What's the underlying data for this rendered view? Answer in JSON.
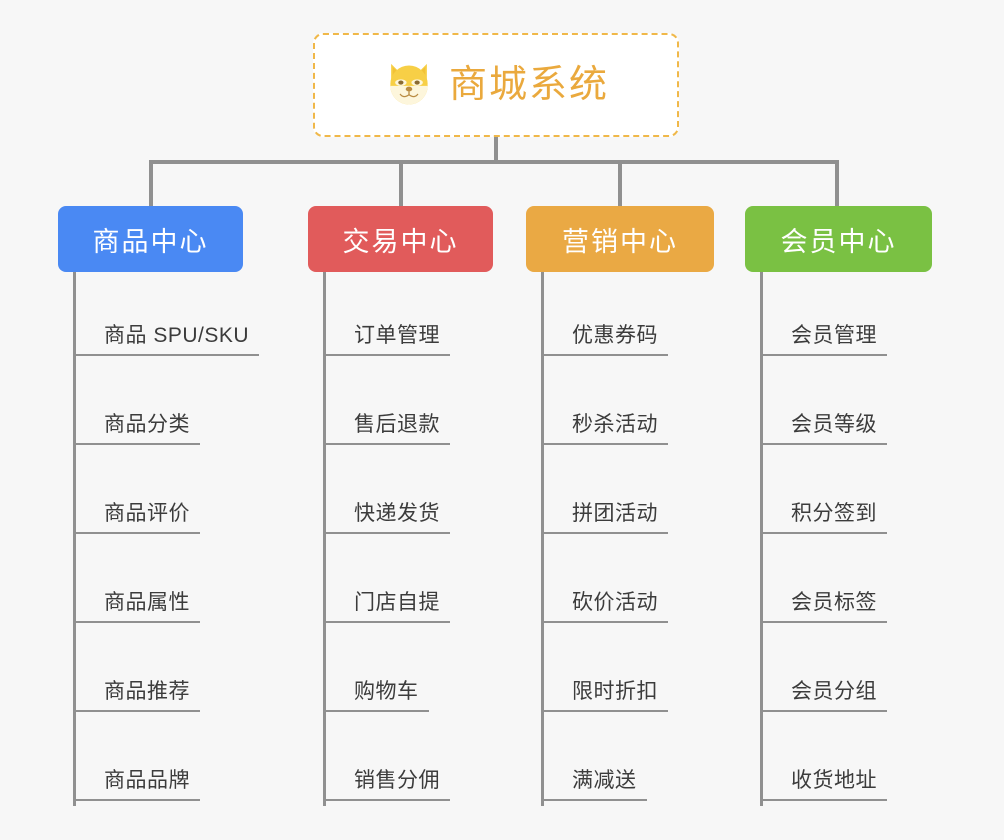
{
  "page": {
    "background_color": "#f7f7f7",
    "line_color": "#909090",
    "leaf_text_color": "#3c3c3c"
  },
  "root": {
    "title": "商城系统",
    "icon": "shiba-dog-icon",
    "text_color": "#eaa93d",
    "border_color": "#f0b849",
    "fill_color": "#ffffff"
  },
  "branches": [
    {
      "label": "商品中心",
      "color": "#4a89f3",
      "items": [
        "商品 SPU/SKU",
        "商品分类",
        "商品评价",
        "商品属性",
        "商品推荐",
        "商品品牌"
      ]
    },
    {
      "label": "交易中心",
      "color": "#e15b5b",
      "items": [
        "订单管理",
        "售后退款",
        "快递发货",
        "门店自提",
        "购物车",
        "销售分佣"
      ]
    },
    {
      "label": "营销中心",
      "color": "#eaa944",
      "items": [
        "优惠券码",
        "秒杀活动",
        "拼团活动",
        "砍价活动",
        "限时折扣",
        "满减送"
      ]
    },
    {
      "label": "会员中心",
      "color": "#7ac143",
      "items": [
        "会员管理",
        "会员等级",
        "积分签到",
        "会员标签",
        "会员分组",
        "收货地址"
      ]
    }
  ]
}
